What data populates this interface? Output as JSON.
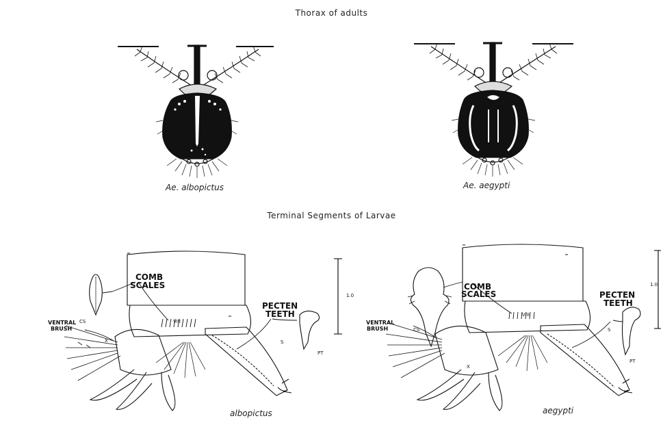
{
  "titles": {
    "top": "Thorax of adults",
    "bottom": "Terminal Segments of Larvae"
  },
  "adults": {
    "left_caption": "Ae. albopictus",
    "right_caption": "Ae. aegypti"
  },
  "larvae": {
    "left_caption": "albopictus",
    "right_caption": "aegypti",
    "labels": {
      "comb_scales_line1": "COMB",
      "comb_scales_line2": "SCALES",
      "pecten_teeth_line1": "PECTEN",
      "pecten_teeth_line2": "TEETH",
      "ventral_brush_line1": "VENTRAL",
      "ventral_brush_line2": "BRUSH",
      "cs": "CS",
      "pt": "PT",
      "s": "S",
      "x": "X",
      "viii_left": "VIII",
      "viii_right": "VIII",
      "scale_left": "1.0",
      "scale_right": "1.0"
    }
  },
  "colors": {
    "ink": "#111111",
    "background": "#ffffff"
  }
}
